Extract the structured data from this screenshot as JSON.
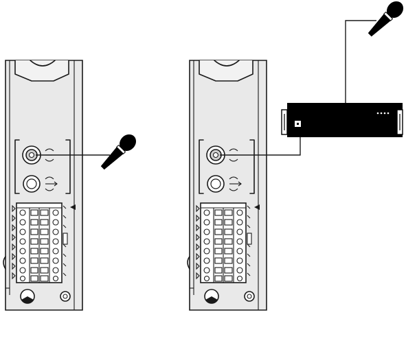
{
  "colors": {
    "line": "#1a1a1a",
    "panel_fill": "#e9e9e9",
    "background": "#ffffff",
    "jack_highlight": "#cfcfcf"
  },
  "devices": [
    {
      "id": "wall-panel-left",
      "connection": "direct-microphone"
    },
    {
      "id": "wall-panel-right",
      "connection": "via-mixer"
    }
  ],
  "icons": [
    "microphone-icon",
    "mixer-unit",
    "xlr-input-jack",
    "xlr-output-jack",
    "terminal-block",
    "arrow-marker-icon"
  ]
}
